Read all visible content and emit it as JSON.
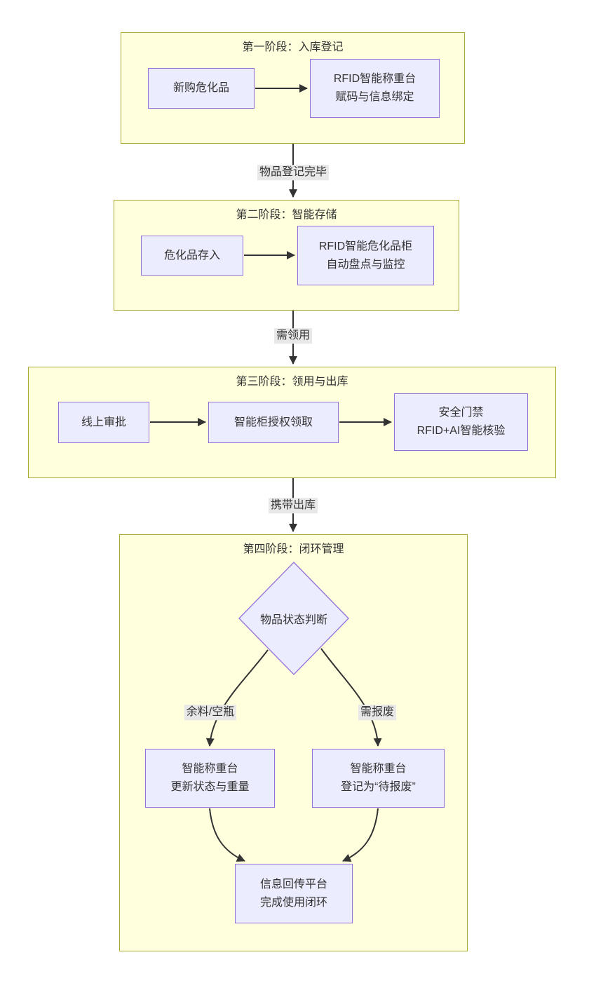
{
  "colors": {
    "cluster_fill": "#ffffde",
    "cluster_border": "#aaaa33",
    "node_fill": "#ECECFF",
    "node_border": "#9370DB",
    "edge_color": "#333333",
    "text_color": "#333333",
    "edge_label_bg": "#e8e8e8",
    "page_bg": "#ffffff"
  },
  "stages": [
    {
      "title": "第一阶段：入库登记"
    },
    {
      "title": "第二阶段：智能存储"
    },
    {
      "title": "第三阶段：领用与出库"
    },
    {
      "title": "第四阶段：闭环管理"
    }
  ],
  "nodes": {
    "new_purchase": "新购危化品",
    "rfid_weighing": "RFID智能称重台\n赋码与信息绑定",
    "store_in": "危化品存入",
    "rfid_cabinet": "RFID智能危化品柜\n自动盘点与监控",
    "online_approval": "线上审批",
    "cabinet_pickup": "智能柜授权领取",
    "security_gate": "安全门禁\nRFID+AI智能核验",
    "status_decision": "物品状态判断",
    "update_weight": "智能称重台\n更新状态与重量",
    "scrap_register": "智能称重台\n登记为“待报废”",
    "info_platform": "信息回传平台\n完成使用闭环"
  },
  "edge_labels": {
    "registered": "物品登记完毕",
    "need_use": "需领用",
    "carry_out": "携带出库",
    "leftover": "余料/空瓶",
    "need_scrap": "需报废"
  }
}
